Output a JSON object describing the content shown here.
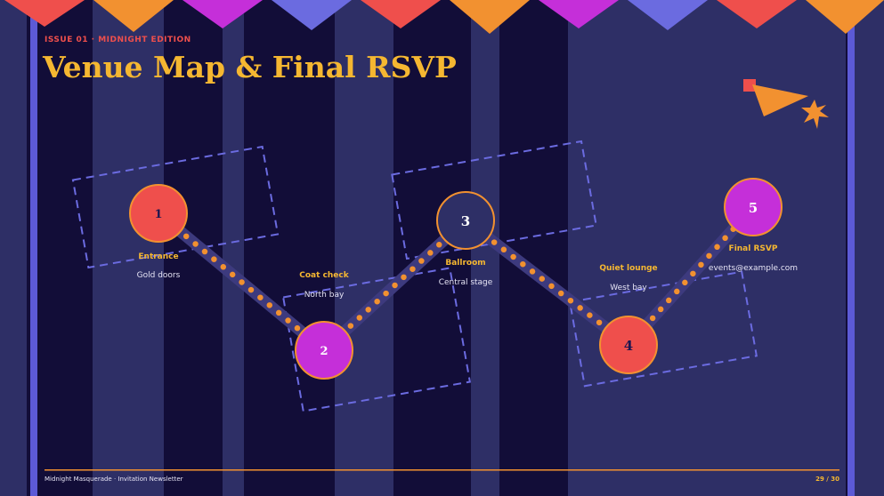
{
  "header": {
    "kicker": "ISSUE 01 · MIDNIGHT EDITION",
    "title": "Venue Map & Final RSVP"
  },
  "stops": [
    {
      "number": "1",
      "label": "Entrance",
      "sub": "Gold doors"
    },
    {
      "number": "2",
      "label": "Coat check",
      "sub": "North bay"
    },
    {
      "number": "3",
      "label": "Ballroom",
      "sub": "Central stage"
    },
    {
      "number": "4",
      "label": "Quiet lounge",
      "sub": "West bay"
    },
    {
      "number": "5",
      "label": "Final RSVP",
      "sub": "events@example.com"
    }
  ],
  "footer": {
    "left": "Midnight Masquerade · Invitation Newsletter",
    "page": "29 / 30"
  },
  "colors": {
    "background": "#120d38",
    "stripe": "#2e2f66",
    "accent_gold": "#f5b731",
    "accent_orange": "#f29130",
    "accent_red": "#ef4f4c",
    "accent_magenta": "#c52fd9",
    "accent_blue": "#6b6be0"
  }
}
